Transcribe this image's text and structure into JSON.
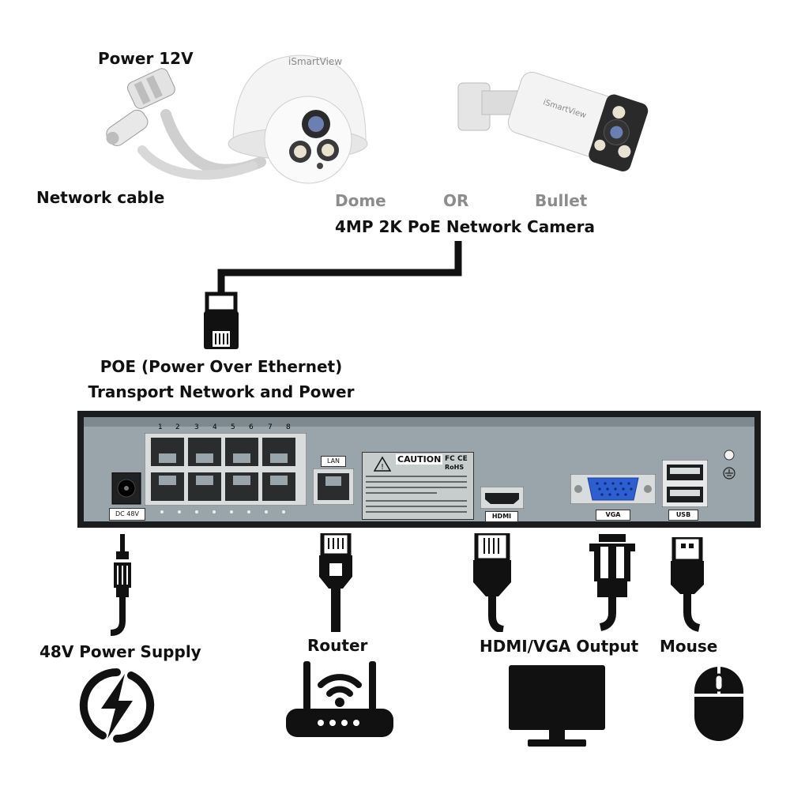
{
  "camera_section": {
    "power_label": "Power 12V",
    "network_cable_label": "Network cable",
    "dome_brand": "iSmartView",
    "bullet_brand": "iSmartView",
    "dome_label": "Dome",
    "or_label": "OR",
    "bullet_label": "Bullet",
    "camera_title": "4MP 2K PoE Network Camera"
  },
  "poe_section": {
    "line1": "POE (Power Over Ethernet)",
    "line2": "Transport Network and Power"
  },
  "nvr": {
    "port_numbers": [
      "1",
      "2",
      "3",
      "4",
      "5",
      "6",
      "7",
      "8"
    ],
    "lan_label": "LAN",
    "dc_label": "DC 48V",
    "caution_title": "CAUTION",
    "caution_fc": "FC",
    "caution_ce": "CE",
    "caution_rohs": "RoHS",
    "hdmi_label": "HDMI",
    "vga_label": "VGA",
    "usb_label": "USB"
  },
  "outputs": {
    "power_supply_label": "48V Power Supply",
    "router_label": "Router",
    "display_label": "HDMI/VGA Output",
    "mouse_label": "Mouse"
  },
  "colors": {
    "nvr_panel": "#9aa5ab",
    "nvr_frame": "#1a1c1d",
    "vga_blue": "#2e5fd0",
    "icon_black": "#111111",
    "label_gray": "#8c8c8c"
  }
}
